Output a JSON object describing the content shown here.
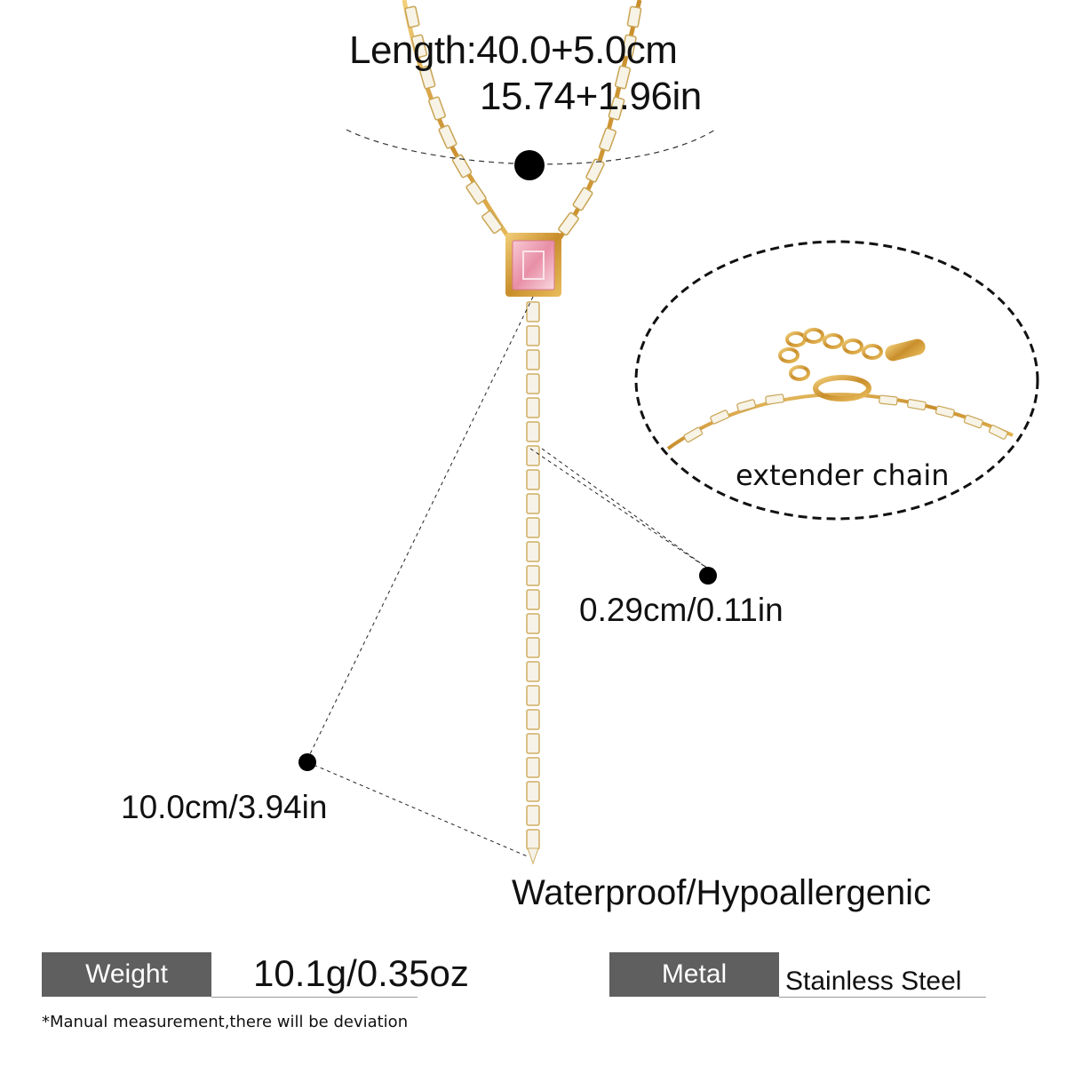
{
  "length": {
    "line1": "Length:40.0+5.0cm",
    "line2": "15.74+1.96in"
  },
  "extender": {
    "label": "extender chain"
  },
  "width_label": "0.29cm/0.11in",
  "drop_label": "10.0cm/3.94in",
  "features": "Waterproof/Hypoallergenic",
  "specs": {
    "weight_label": "Weight",
    "weight_value": "10.1g/0.35oz",
    "metal_label": "Metal",
    "metal_value": "Stainless Steel"
  },
  "footnote": "*Manual measurement,there will be deviation",
  "colors": {
    "gold": "#d9a441",
    "pink_stone": "#f0a8b8",
    "label_bg": "#5f5f5f"
  }
}
